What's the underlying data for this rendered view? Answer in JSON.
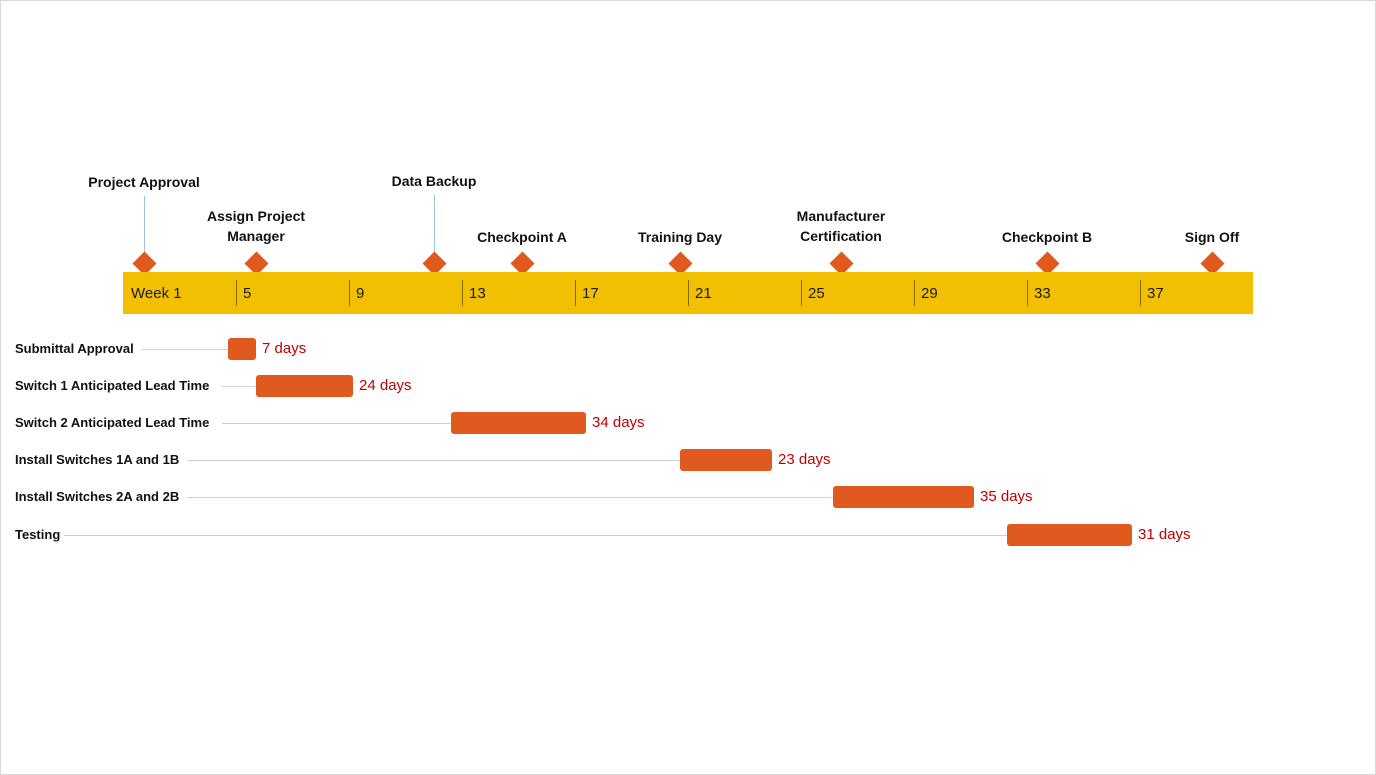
{
  "timeline": {
    "ticks": [
      "Week 1",
      "5",
      "9",
      "13",
      "17",
      "21",
      "25",
      "29",
      "33",
      "37"
    ]
  },
  "milestones": [
    {
      "label": "Project Approval"
    },
    {
      "label": "Assign Project\nManager"
    },
    {
      "label": "Data Backup"
    },
    {
      "label": "Checkpoint A"
    },
    {
      "label": "Training Day"
    },
    {
      "label": "Manufacturer\nCertification"
    },
    {
      "label": "Checkpoint B"
    },
    {
      "label": "Sign Off"
    }
  ],
  "tasks": [
    {
      "label": "Submittal Approval",
      "duration": "7 days"
    },
    {
      "label": "Switch 1 Anticipated Lead Time",
      "duration": "24 days"
    },
    {
      "label": "Switch 2 Anticipated Lead Time",
      "duration": "34 days"
    },
    {
      "label": "Install Switches 1A and 1B",
      "duration": "23 days"
    },
    {
      "label": "Install Switches 2A and 2B",
      "duration": "35 days"
    },
    {
      "label": "Testing",
      "duration": "31 days"
    }
  ],
  "colors": {
    "timeline": "#f2c000",
    "milestone": "#e05a20",
    "task_bar": "#e05a20",
    "duration_text": "#c00000"
  }
}
